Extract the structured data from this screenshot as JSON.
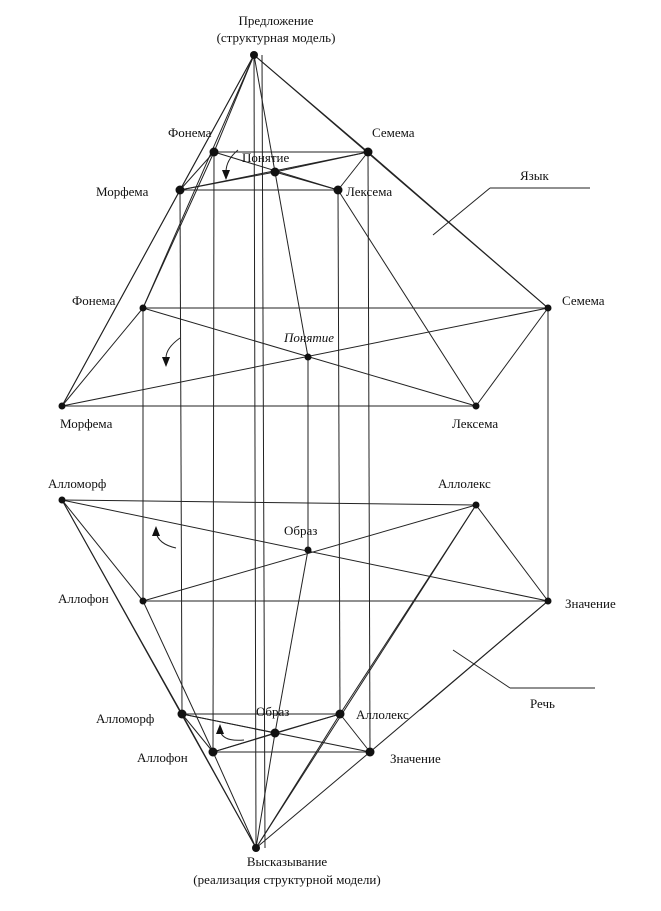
{
  "labels": {
    "top_title": "Предложение",
    "top_subtitle": "(структурная модель)",
    "bottom_title": "Высказывание",
    "bottom_subtitle": "(реализация структурной модели)",
    "lang": "Язык",
    "speech": "Речь",
    "top_phoneme": "Фонема",
    "top_morpheme": "Морфема",
    "top_concept": "Понятие",
    "top_sememe": "Семема",
    "top_lexeme": "Лексема",
    "mid_phoneme": "Фонема",
    "mid_morpheme": "Морфема",
    "mid_concept": "Понятие",
    "mid_sememe": "Семема",
    "mid_lexeme": "Лексема",
    "mid_allomorph": "Алломорф",
    "mid_allophone": "Аллофон",
    "mid_image": "Образ",
    "mid_allolex": "Аллолекс",
    "mid_meaning": "Значение",
    "bot_allomorph": "Алломорф",
    "bot_allophone": "Аллофон",
    "bot_image": "Образ",
    "bot_allolex": "Аллолекс",
    "bot_meaning": "Значение"
  }
}
